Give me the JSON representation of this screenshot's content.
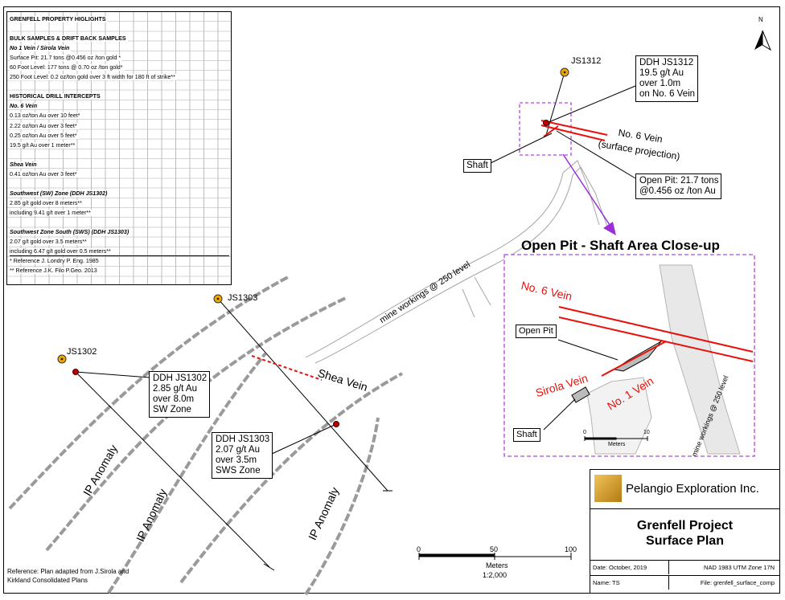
{
  "highlights": {
    "rows": [
      {
        "text": "GRENFELL PROPERTY HIGLIGHTS",
        "style": "b"
      },
      {
        "text": "",
        "style": ""
      },
      {
        "text": "BULK SAMPLES & DRIFT BACK SAMPLES",
        "style": "b"
      },
      {
        "text": "No 1 Vein / Sirola Vein",
        "style": "bi"
      },
      {
        "text": "Surface Pit: 21.7 tons @0.456 oz /ton gold *",
        "style": ""
      },
      {
        "text": "60 Foot Level: 177 tons @ 0.70 oz /ton gold*",
        "style": ""
      },
      {
        "text": "250 Foot Level: 0.2 oz/ton gold over 3 ft width for 180 ft of strike**",
        "style": ""
      },
      {
        "text": "",
        "style": ""
      },
      {
        "text": "HISTORICAL DRILL INTERCEPTS",
        "style": "b"
      },
      {
        "text": "No. 6 Vein",
        "style": "bi"
      },
      {
        "text": "0.13 oz/ton Au over 10 feet*",
        "style": ""
      },
      {
        "text": "2.22 oz/ton Au over 3 feet*",
        "style": ""
      },
      {
        "text": "0.25 oz/ton Au over 5 feet*",
        "style": ""
      },
      {
        "text": "19.5 g/t Au over 1 meter**",
        "style": ""
      },
      {
        "text": "",
        "style": ""
      },
      {
        "text": "Shea Vein",
        "style": "bi"
      },
      {
        "text": "0.41 oz/ton Au over 3 feet*",
        "style": ""
      },
      {
        "text": "",
        "style": ""
      },
      {
        "text": "Southwest (SW) Zone (DDH JS1302)",
        "style": "bi"
      },
      {
        "text": "2.85 g/t gold over 8 meters**",
        "style": ""
      },
      {
        "text": "including 9.41 g/t over 1 meter**",
        "style": ""
      },
      {
        "text": "",
        "style": ""
      },
      {
        "text": "Southwest Zone South (SWS) (DDH JS1303)",
        "style": "bi"
      },
      {
        "text": "2.07 g/t gold over 3.5 meters**",
        "style": ""
      },
      {
        "text": "including 6.47 g/t gold over 0.5 meters**",
        "style": "line-bottom"
      },
      {
        "text": "* Reference J. Londry P. Eng. 1985",
        "style": ""
      },
      {
        "text": "** Reference J.K. Filo P.Geo. 2013",
        "style": ""
      }
    ]
  },
  "map": {
    "north_label": "N",
    "holes": {
      "js1312": "JS1312",
      "js1303": "JS1303",
      "js1302": "JS1302"
    },
    "callouts": {
      "ddh_js1312": [
        "DDH JS1312",
        "19.5 g/t Au",
        "over 1.0m",
        "on No. 6 Vein"
      ],
      "ddh_js1302": [
        "DDH JS1302",
        "2.85 g/t Au",
        "over 8.0m",
        "SW Zone"
      ],
      "ddh_js1303": [
        "DDH JS1303",
        "2.07 g/t Au",
        "over 3.5m",
        "SWS Zone"
      ],
      "open_pit": [
        "Open Pit: 21.7 tons",
        "@0.456 oz /ton Au"
      ],
      "shaft": "Shaft"
    },
    "labels": {
      "no6_vein": "No. 6 Vein",
      "surface_projection": "(surface projection)",
      "mine_workings": "mine workings @ 250 level",
      "shea_vein": "Shea Vein",
      "ip_anomaly": "IP Anomaly"
    },
    "scale": {
      "ticks": [
        "0",
        "50",
        "100"
      ],
      "unit": "Meters",
      "ratio": "1:2,000"
    },
    "reference": [
      "Reference: Plan adapted from J.Sirola  and",
      "Kirkland Consolidated Plans"
    ]
  },
  "closeup": {
    "title": "Open Pit - Shaft Area Close-up",
    "no6_vein": "No. 6 Vein",
    "sirola_vein": "Sirola Vein",
    "no1_vein": "No. 1 Vein",
    "open_pit": "Open Pit",
    "shaft": "Shaft",
    "mine_workings": "mine workings @ 250 level",
    "scale_ticks": [
      "0",
      "10"
    ],
    "scale_unit": "Meters"
  },
  "title_block": {
    "company": "Pelangio Exploration Inc.",
    "project": "Grenfell Project",
    "plan": "Surface Plan",
    "date": "Date: October, 2019",
    "datum": "NAD 1983 UTM Zone 17N",
    "name": "Name: TS",
    "file": "File: grenfell_surface_comp"
  },
  "colors": {
    "vein_red": "#e8120c",
    "dashed_box": "#b246e0",
    "arrow_purple": "#9b30d9",
    "workings_gray": "#9a9a9a",
    "hole_marker": "#f1a800"
  }
}
